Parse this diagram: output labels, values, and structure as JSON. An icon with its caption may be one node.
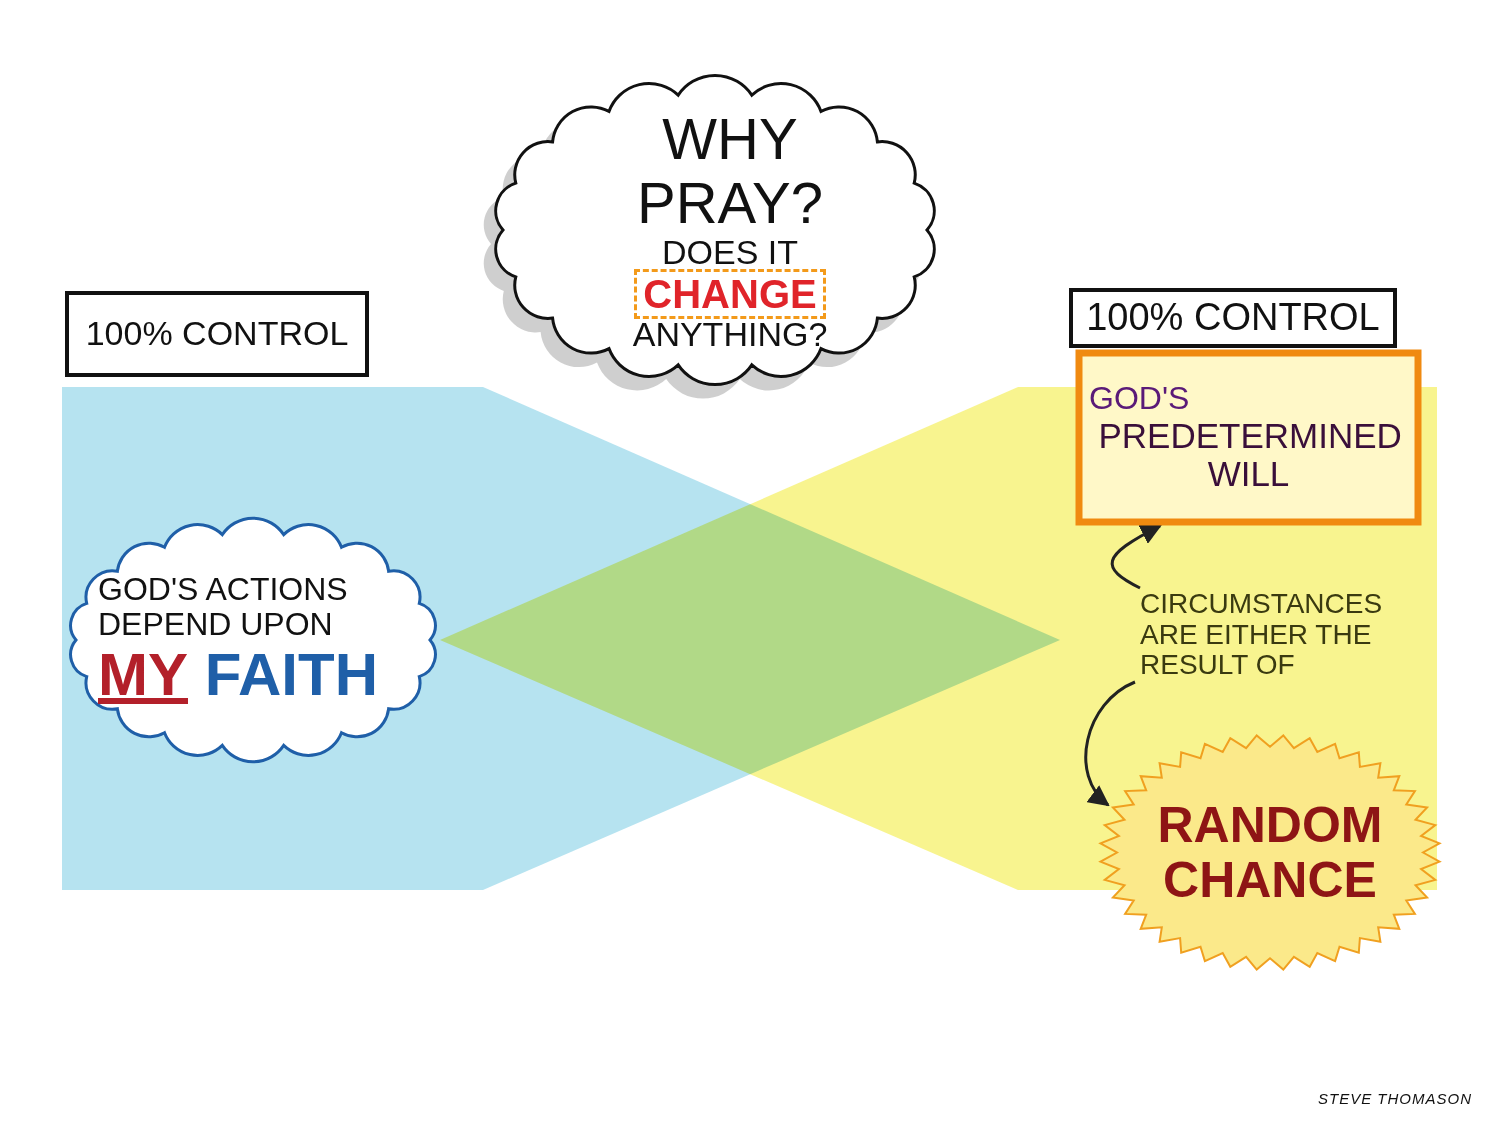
{
  "diagram": {
    "nodes": [
      {
        "text": [
          "WHY PRAY?",
          "DOES IT **CHANGE** ANYTHING?"
        ]
      },
      {
        "text": [
          "100% CONTROL"
        ]
      },
      {
        "text": [
          "100% CONTROL"
        ]
      },
      {
        "text": [
          "GOD'S ACTIONS DEPEND UPON",
          "**MY** FAITH"
        ]
      },
      {
        "text": [
          "GOD'S",
          "PREDETERMINED WILL"
        ]
      },
      {
        "text": [
          "CIRCUMSTANCES ARE EITHER THE RESULT OF"
        ]
      },
      {
        "text": [
          "RANDOM CHANCE"
        ]
      }
    ],
    "edges": [
      {
        "from": 5,
        "to": 4,
        "arrow": "to"
      },
      {
        "from": 5,
        "to": 6,
        "arrow": "to"
      }
    ],
    "labels": [
      "STEVE THOMASON"
    ]
  }
}
